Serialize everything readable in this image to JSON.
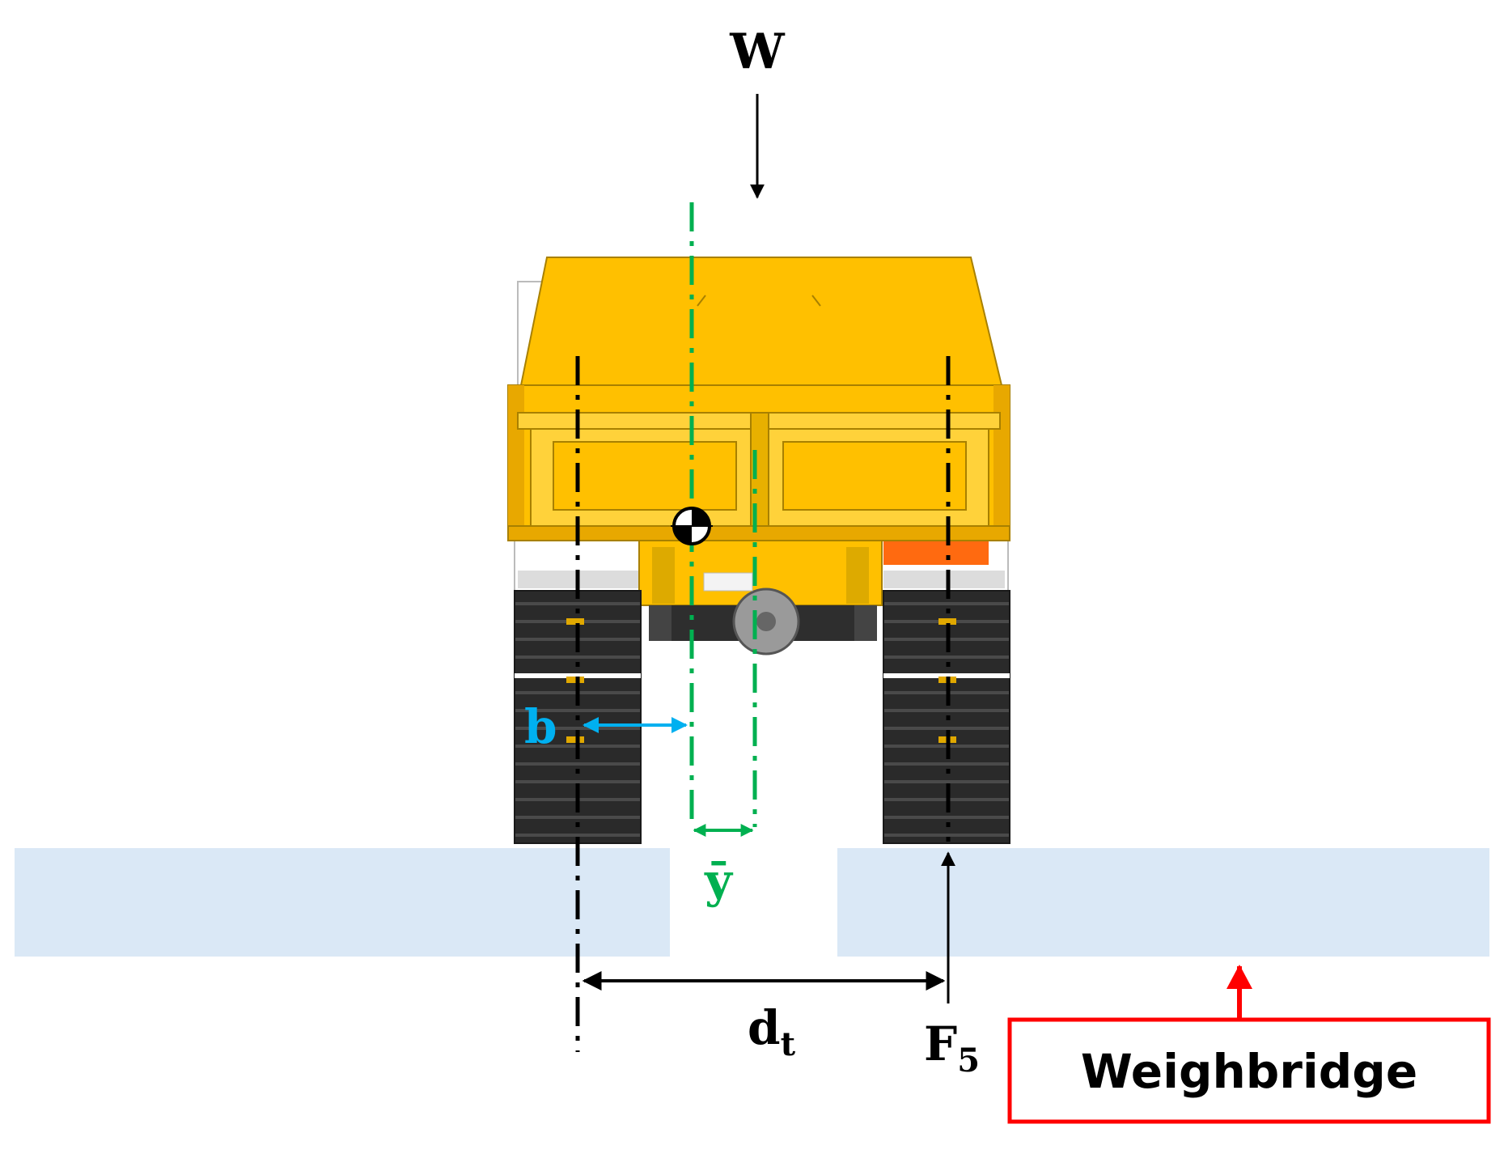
{
  "labels": {
    "weight": "W",
    "b": "b",
    "ybar": "ȳ",
    "dt_main": "d",
    "dt_sub": "t",
    "f5_main": "F",
    "f5_sub": "5",
    "weighbridge": "Weighbridge"
  },
  "colors": {
    "body_yellow": "#FFC000",
    "body_edge": "#A88000",
    "track_dark": "#2E2E2E",
    "green_line": "#00B050",
    "blue_arrow": "#00B0F0",
    "red_box": "#FF0000",
    "platform": "#DAE8F6",
    "black": "#000000"
  }
}
